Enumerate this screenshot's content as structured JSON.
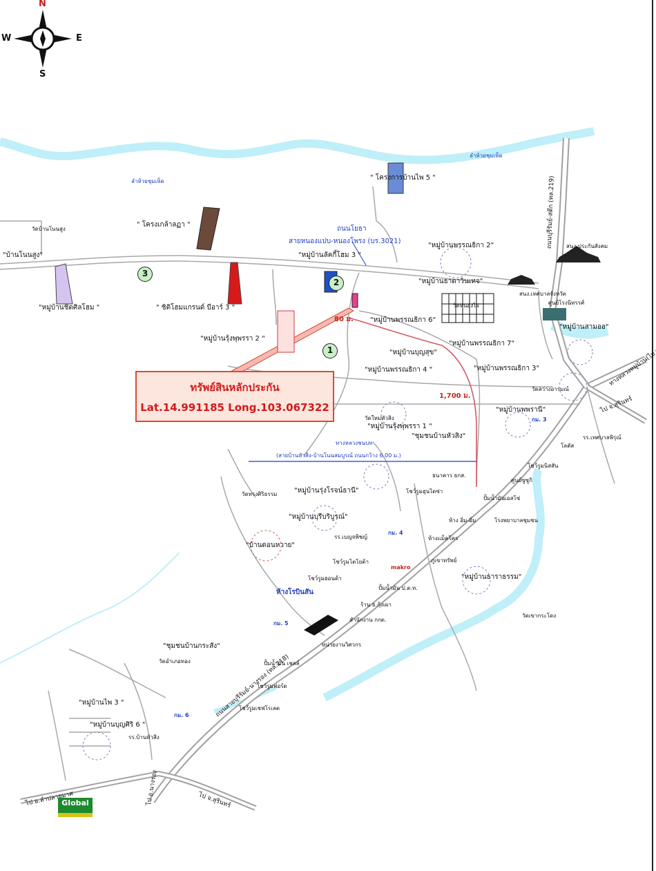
{
  "compass": {
    "n": "N",
    "s": "S",
    "e": "E",
    "w": "W"
  },
  "callout": {
    "title": "ทรัพย์สินหลักประกัน",
    "coords": "Lat.14.991185  Long.103.067322"
  },
  "markers": [
    "1",
    "2",
    "3"
  ],
  "distances": {
    "d1": "80 ม.",
    "d2": "1,700 ม."
  },
  "road_labels": {
    "main_road": "ถนนสายบุรีรัมย์-นางรอง (ทล.218)",
    "right_road": "ถนนบุรีรัมย์-สตึก (ทล.219)",
    "to_buriram": "ทางหลวงหมู่บ้าน(ไป บุรีรัมย์)",
    "to_surin_1": "ไป จ.สุรินทร์",
    "to_surin_2": "ไป จ.สุรินทร์",
    "to_lamplai": "ไป อ.ลำปลายมาศ",
    "to_nangrong": "ไป อ.นางรอง",
    "asphalt": "ถนนโยธา",
    "road_3021": "สายหนองแปบ-หนองโพรง (บร.3021)",
    "rural_road": "ทางหลวงชนบท",
    "rural_road_2": "(สายบ้านหัวสิง-บ้านโนนสมบูรณ์ ถนนกว้าง 6.00 ม.)"
  },
  "streams": {
    "s1": "ลำห้วยชุมเห็ด",
    "s2": "ลำห้วยชุมเห็ด"
  },
  "villages": [
    "\" โครงการบ้านไพ 5 \"",
    "\" โครงเกล้าลฏา \"",
    "\"บ้านโนนสูง\"",
    "\"หมู่บ้านชิดศิลโฮม \"",
    "\" ชิติโฮมแกรนด์ บีอาร์ 3 \"",
    "\"หมู่บ้านรุ้งพุพรรา 2 \"",
    "\"หมู่บ้านพรรณธิกา 2\"",
    "\"หมู่บ้านลัคกี้โฮม 3 \"",
    "\"หมู่บ้านธาดาวินเทจ\"",
    "\"หมู่บ้านพรรณธิกา 6\"",
    "\"หมู่บ้านพรรณธิกา 7\"",
    "\"หมู่บ้านบุญสุข\"",
    "\"หมู่บ้านพรรณธิกา 4 \"",
    "\"หมู่บ้านพรรณธิกา 3\"",
    "\"หมู่บ้านสามออ\"",
    "\"หมู่บ้านพพรานี\"",
    "\"หมู่บ้านรุ้งพุพรรา 1 \"",
    "\"ชุมชนบ้านหัวสิง\"",
    "\"หมู่บ้านรุ่งโรจน์ธานี\"",
    "\"หมู่บ้านบุรีบริบูรณ์\"",
    "\"บ้านดอนหวาย\"",
    "\"หมู่บ้านธาราธรรม\"",
    "\"ชุมชนบ้านกระสัง\"",
    "\"หมู่บ้านไพ 3 \"",
    "\"หมู่บ้านบุญศิริ 6 \""
  ],
  "places": {
    "wat_nonsung": "วัดบ้านโนนสูง",
    "onor": "สนง.ประกันสังคม",
    "tessaban": "สนง.เทศบาลจังหวัด",
    "sports": "ศูนย์โรงนิทรรศ์",
    "wat_nongkrai": "วัดหนองไผ่",
    "wat_sawang": "วัดสว่างอารมณ์",
    "wat_huasing": "วัดใหม่หัวสิง",
    "km3": "กม. 3",
    "school_1": "รร.เทศบาลพิรุณ์",
    "lotus": "โลตัส",
    "toyota": "โชว์รูมนิสสัน",
    "bank": "ธนาคาร ธกส.",
    "suzuki": "ศูนย์ซูซูกิ",
    "toyota2": "โชว์รูมฮุนไดซ่า",
    "ptt": "ปั้มน้ำมันเอสโซ่",
    "hospital": "โรงพยาบาลชุมชน",
    "wat_paisri": "วัดทรงศิริธรรม",
    "seven": "ห้าง อิ่ม-อิ่ม",
    "km4": "กม. 4",
    "school_2": "รร.เบญจพิชญ์",
    "makro": "ห้างแม็คโคร",
    "makro2": "makro",
    "hospital2": "โชว์รูมโตโยต้า",
    "phu": "ภูเขาทรัพย์",
    "honda": "โชว์รูมฮอนด้า",
    "ptt2": "ปั้มน้ำมัน ป.ต.ท.",
    "robinson": "ห้างโรบินสัน",
    "km5": "กม. 5",
    "shop": "ร้าน ธ.กุ้งเผา",
    "office": "สำนักงาน กกต.",
    "wat_nonghin": "วัดเขากระโดง",
    "wat_kratham": "วัดอำเภอทอง",
    "shell": "ปั้มน้ำมัน เชลล์",
    "ford": "โชว์รูมฟอร์ด",
    "chevy": "โชว์รูมเชฟโรเลต",
    "km6": "กม. 6",
    "school_3": "รร.บ้านหัวสิง",
    "bug_office": "หน่วยงานวิศวกร",
    "global_logo": "Global"
  },
  "colors": {
    "stream": "#bfeff8",
    "road": "#a8a8a8",
    "callout_border": "#d64a36",
    "callout_bg": "#fde6de",
    "marker_fill": "#c8f0c8",
    "route": "#cf4f56"
  }
}
